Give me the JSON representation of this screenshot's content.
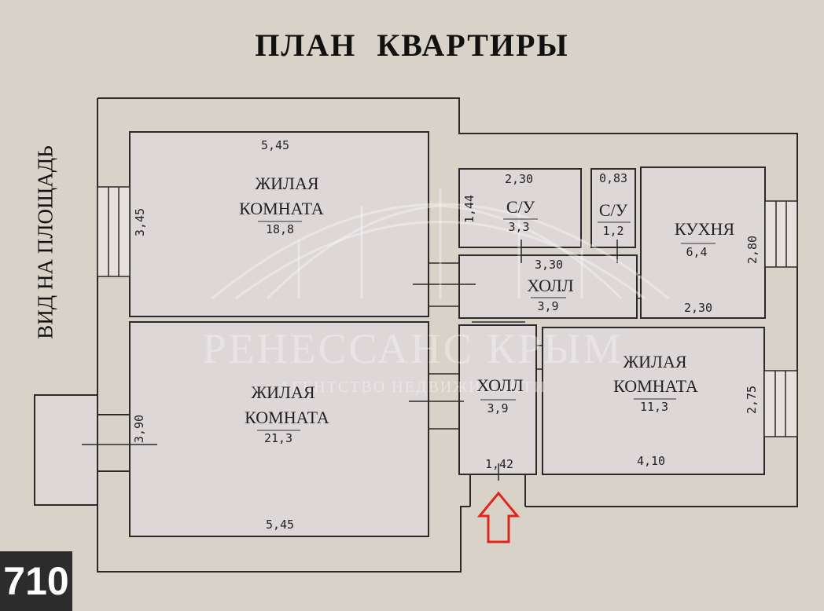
{
  "title": "ПЛАН  КВАРТИРЫ",
  "view_label": "ВИД НА ПЛОЩАДЬ",
  "badge": "710",
  "watermark": {
    "main": "РЕНЕССАНС КРЫМ",
    "sub": "АГЕНТСТВО НЕДВИЖИМОСТИ"
  },
  "rooms": {
    "living1": {
      "name1": "ЖИЛАЯ",
      "name2": "КОМНАТА",
      "area": "18,8",
      "w": "5,45",
      "h": "3,45"
    },
    "living2": {
      "name1": "ЖИЛАЯ",
      "name2": "КОМНАТА",
      "area": "21,3",
      "w": "5,45",
      "h": "3,90"
    },
    "bath1": {
      "name": "С/У",
      "area": "3,3",
      "w": "2,30",
      "h": "1,44"
    },
    "bath2": {
      "name": "С/У",
      "area": "1,2",
      "w": "0,83"
    },
    "kitchen": {
      "name": "КУХНЯ",
      "area": "6,4",
      "w": "2,30",
      "h": "2,80"
    },
    "hall1": {
      "name": "ХОЛЛ",
      "area": "3,9",
      "w": "3,30"
    },
    "hall2": {
      "name": "ХОЛЛ",
      "area": "3,9",
      "w": "1,42"
    },
    "living3": {
      "name1": "ЖИЛАЯ",
      "name2": "КОМНАТА",
      "area": "11,3",
      "w": "4,10",
      "h": "2,75"
    }
  },
  "colors": {
    "background": "#d9d2c8",
    "wall": "#2a2a2a",
    "room_fill": "#ddd7d8",
    "entrance_arrow": "#e0251b"
  }
}
